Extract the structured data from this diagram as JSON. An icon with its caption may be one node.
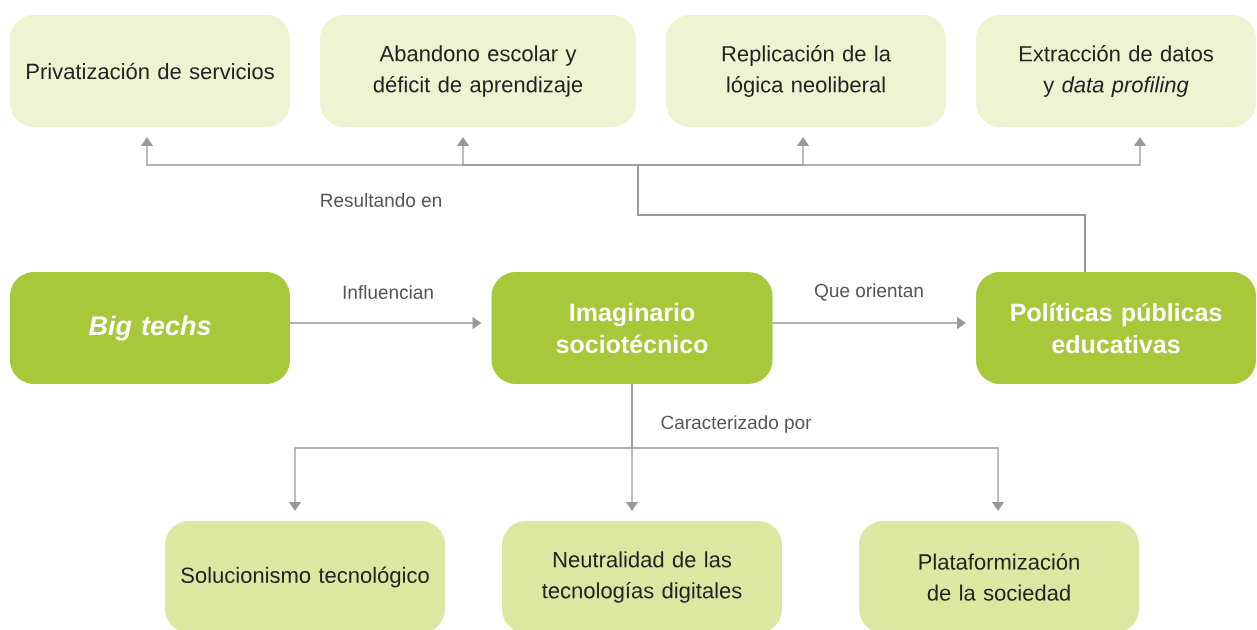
{
  "diagram": {
    "nodes": [
      {
        "text": [
          "Big techs"
        ]
      },
      {
        "text": [
          "Imaginario sociotécnico"
        ]
      },
      {
        "text": [
          "Políticas públicas educativas"
        ]
      },
      {
        "text": [
          "Privatización de servicios"
        ]
      },
      {
        "text": [
          "Abandono escolar y déficit de aprendizaje"
        ]
      },
      {
        "text": [
          "Replicación de la lógica neoliberal"
        ]
      },
      {
        "text": [
          "Extracción de datos y *data profiling*"
        ]
      },
      {
        "text": [
          "Solucionismo tecnológico"
        ]
      },
      {
        "text": [
          "Neutralidad de las tecnologías digitales"
        ]
      },
      {
        "text": [
          "Plataformización de la sociedad"
        ]
      }
    ],
    "edges": [
      {
        "from": 0,
        "to": 1,
        "arrow": "to",
        "label": "Influencian"
      },
      {
        "from": 1,
        "to": 2,
        "arrow": "to",
        "label": "Que orientan"
      },
      {
        "from": 2,
        "to": 3,
        "arrow": "to",
        "label": "Resultando en"
      },
      {
        "from": 2,
        "to": 4,
        "arrow": "to"
      },
      {
        "from": 2,
        "to": 5,
        "arrow": "to"
      },
      {
        "from": 2,
        "to": 6,
        "arrow": "to"
      },
      {
        "from": 1,
        "to": 7,
        "arrow": "to"
      },
      {
        "from": 1,
        "to": 8,
        "arrow": "to",
        "label": "Caracterizado por"
      },
      {
        "from": 1,
        "to": 9,
        "arrow": "to"
      }
    ]
  }
}
